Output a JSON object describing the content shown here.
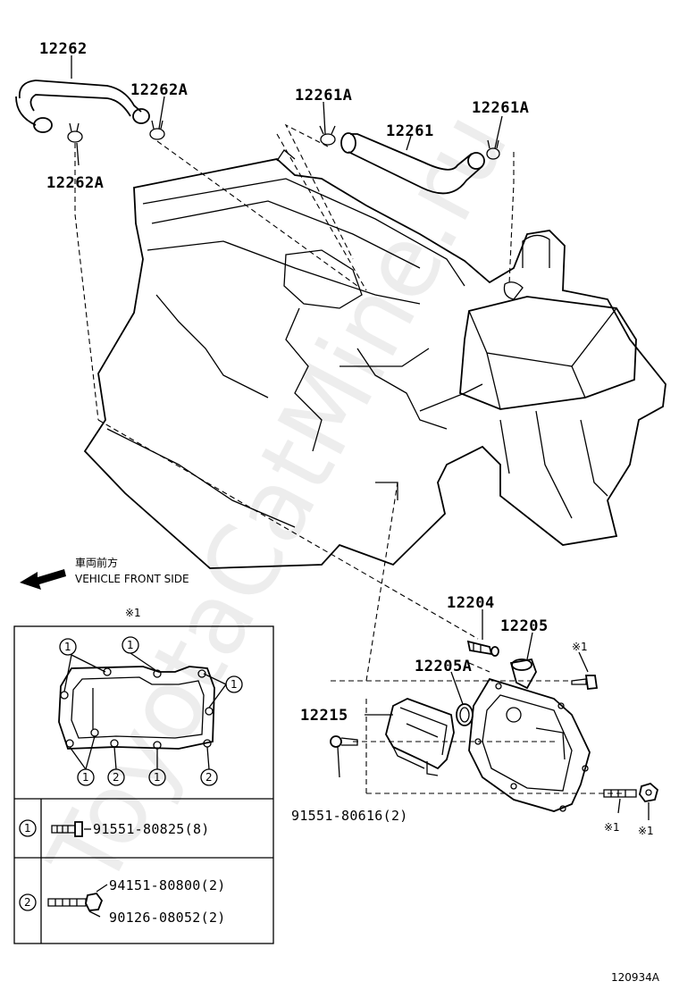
{
  "watermark": "ToyotaCatMine.ru",
  "diagram_code": "120934A",
  "direction": {
    "label_jp": "車両前方",
    "label_en": "VEHICLE FRONT SIDE"
  },
  "callouts": {
    "hose_upper_left": "12262",
    "clamp_upper_left_a": "12262A",
    "clamp_upper_left_b": "12262A",
    "clamp_upper_mid": "12261A",
    "hose_upper_mid": "12261",
    "clamp_upper_right": "12261A",
    "pcv_valve": "12204",
    "union": "12205",
    "gasket": "12205A",
    "oil_separator": "12215",
    "bolt_lower": "91551-80616(2)"
  },
  "marks": {
    "inset_ref": "※1",
    "bolt_ref": "※1",
    "stud_ref": "※1",
    "nut_ref": "※1"
  },
  "legend": {
    "circle_1": "1",
    "circle_2": "2",
    "row1_part": "91551-80825(8)",
    "row2_part_a": "94151-80800(2)",
    "row2_part_b": "90126-08052(2)"
  }
}
